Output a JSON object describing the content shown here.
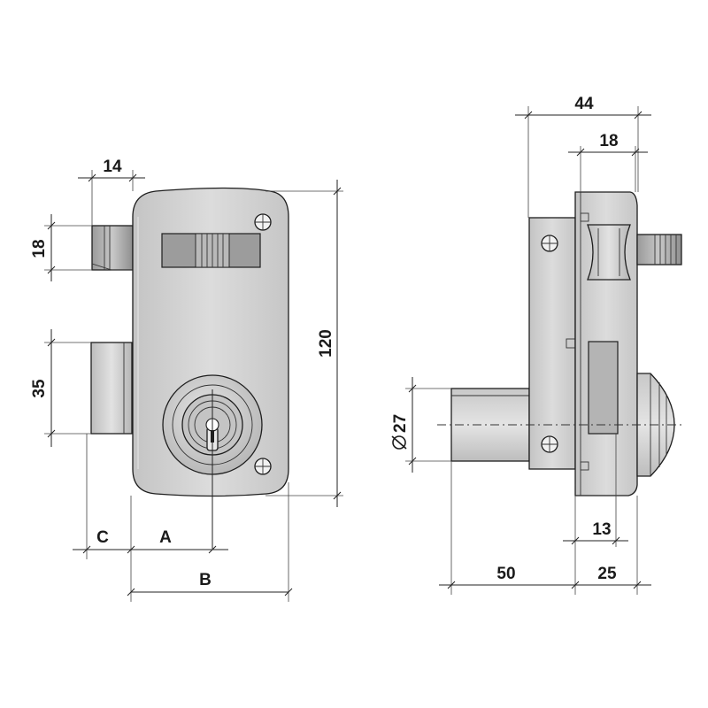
{
  "front_view": {
    "dims": {
      "bolt_offset": "14",
      "bolt_height": "18",
      "cylinder_height": "35",
      "body_height": "120",
      "c": "C",
      "a": "A",
      "b": "B"
    }
  },
  "side_view": {
    "dims": {
      "total_depth": "44",
      "inner_depth": "18",
      "cylinder_diameter": "27",
      "knob_depth": "13",
      "cylinder_length": "50",
      "case_depth": "25"
    }
  },
  "colors": {
    "body_fill": "#d6d6d6",
    "body_dark": "#a8a8a8",
    "line": "#1e1e1e",
    "background": "#ffffff"
  }
}
